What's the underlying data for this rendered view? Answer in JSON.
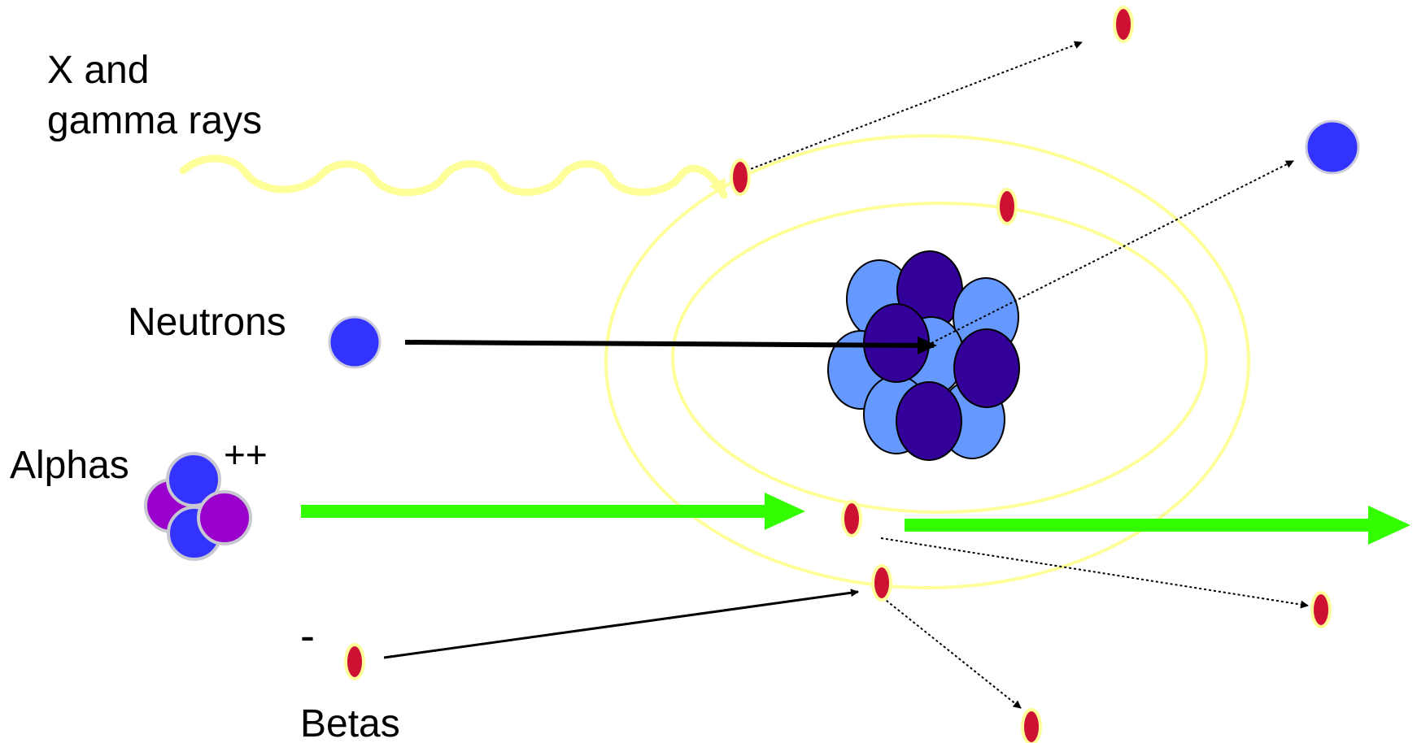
{
  "labels": {
    "xray_line1": "X and",
    "xray_line2": "gamma rays",
    "neutrons": "Neutrons",
    "alphas": "Alphas",
    "alpha_charge": "++",
    "beta_charge": "-",
    "betas": "Betas"
  },
  "colors": {
    "orbit": "#ffff99",
    "electron": "#cc1133",
    "electron_outline": "#ffff99",
    "neutron": "#3333ff",
    "nucleus_light": "#6699ff",
    "nucleus_dark": "#330099",
    "alpha_blue": "#3333ff",
    "alpha_purple": "#9900cc",
    "alpha_arrow": "#33ff00",
    "neutron_arrow": "#000000"
  }
}
